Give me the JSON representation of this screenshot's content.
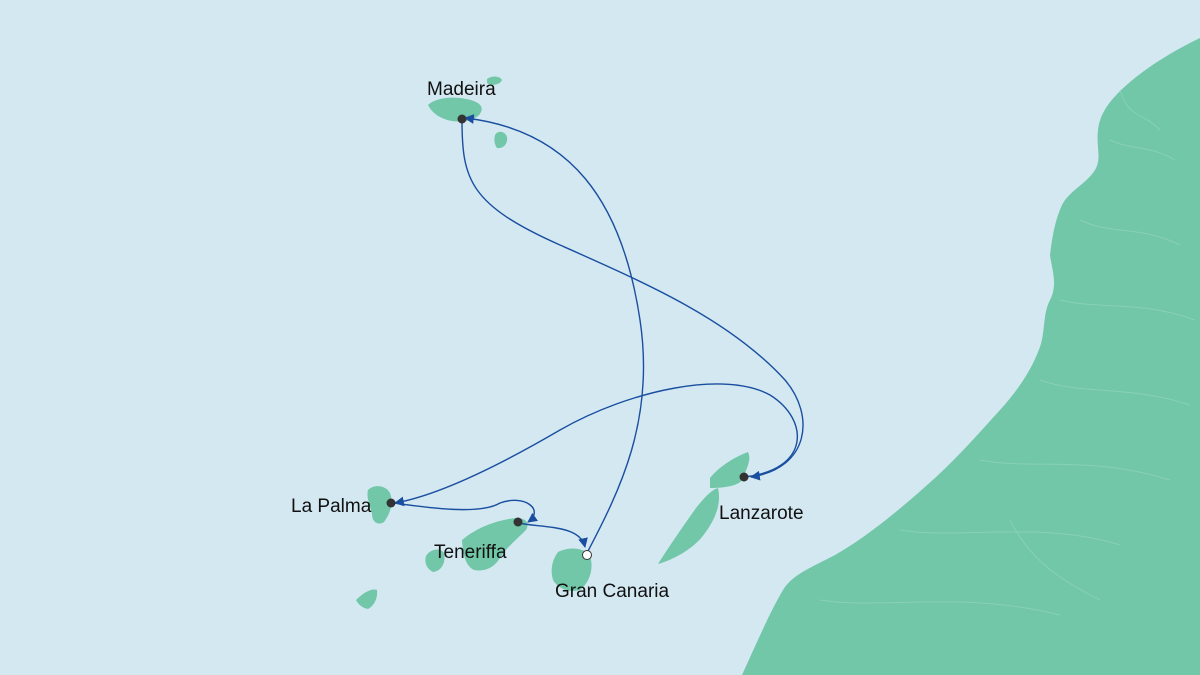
{
  "colors": {
    "sea": "#d4e8f2",
    "land": "#72c7a8",
    "route": "#1a4fa0",
    "port_dot": "#333333",
    "start_dot": "#ffffff"
  },
  "ports": [
    {
      "id": "madeira",
      "name": "Madeira",
      "type": "stop"
    },
    {
      "id": "lanzarote",
      "name": "Lanzarote",
      "type": "stop"
    },
    {
      "id": "la-palma",
      "name": "La Palma",
      "type": "stop"
    },
    {
      "id": "teneriffa",
      "name": "Teneriffa",
      "type": "stop"
    },
    {
      "id": "gran-canaria",
      "name": "Gran Canaria",
      "type": "start"
    }
  ],
  "route": [
    {
      "from": "gran-canaria",
      "to": "madeira"
    },
    {
      "from": "madeira",
      "to": "lanzarote"
    },
    {
      "from": "lanzarote",
      "to": "la-palma"
    },
    {
      "from": "la-palma",
      "to": "teneriffa"
    },
    {
      "from": "teneriffa",
      "to": "gran-canaria"
    }
  ]
}
